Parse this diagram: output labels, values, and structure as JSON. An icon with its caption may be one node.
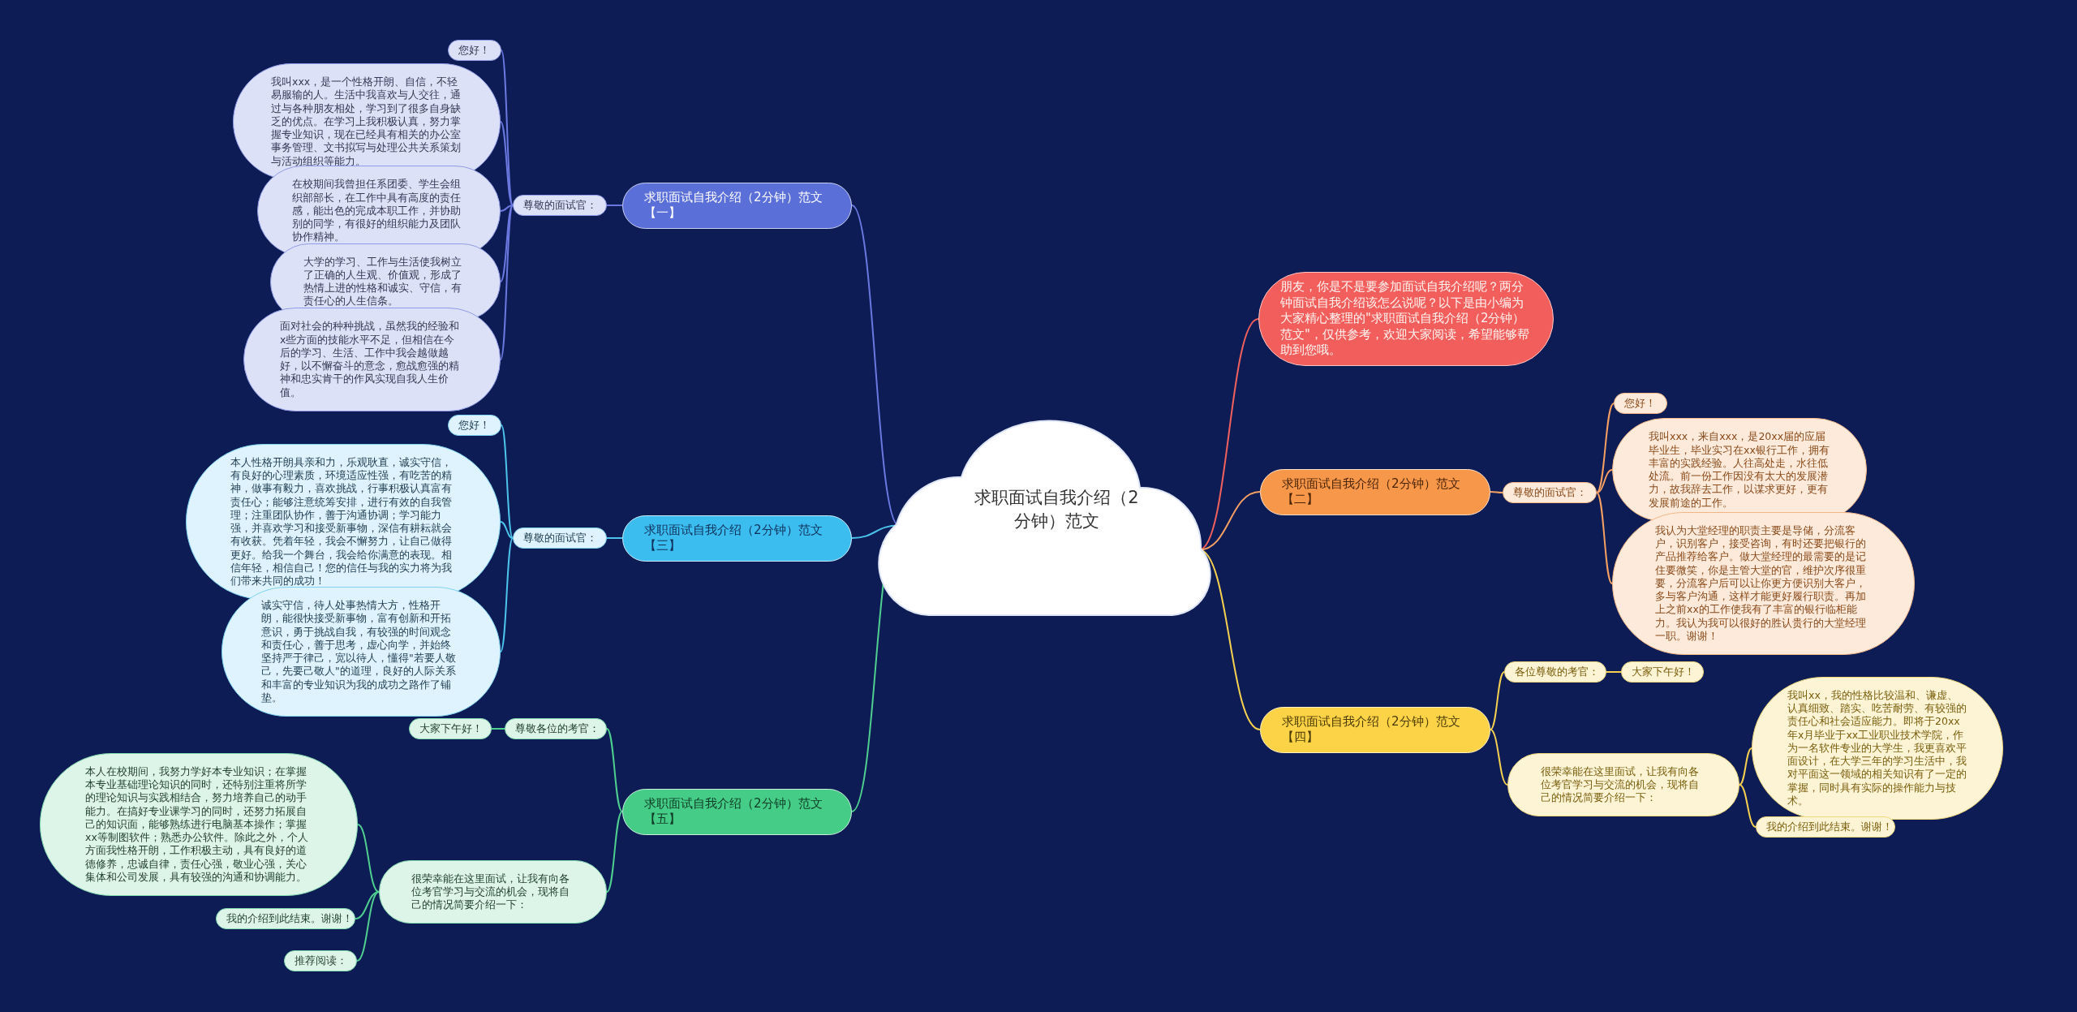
{
  "diagram": {
    "nodes": [
      {
        "text": [
          "求职面试自我介绍（2分钟）范文"
        ]
      },
      {
        "text": [
          "求职面试自我介绍（2分钟）范文【一】"
        ]
      },
      {
        "text": [
          "尊敬的面试官："
        ]
      },
      {
        "text": [
          "您好！"
        ]
      },
      {
        "text": [
          "我叫xxx，是一个性格开朗、自信，不轻易服输的人。生活中我喜欢与人交往，通过与各种朋友相处，学习到了很多自身缺乏的优点。在学习上我积极认真，努力掌握专业知识，现在已经具有相关的办公室事务管理、文书拟写与处理公共关系策划与活动组织等能力。"
        ]
      },
      {
        "text": [
          "在校期间我曾担任系团委、学生会组织部部长，在工作中具有高度的责任感，能出色的完成本职工作，并协助别的同学，有很好的组织能力及团队协作精神。"
        ]
      },
      {
        "text": [
          "大学的学习、工作与生活使我树立了正确的人生观、价值观，形成了热情上进的性格和诚实、守信，有责任心的人生信条。"
        ]
      },
      {
        "text": [
          "面对社会的种种挑战，虽然我的经验和x些方面的技能水平不足，但相信在今后的学习、生活、工作中我会越做越好，以不懈奋斗的意念，愈战愈强的精神和忠实肯干的作风实现自我人生价值。"
        ]
      },
      {
        "text": [
          "求职面试自我介绍（2分钟）范文【三】"
        ]
      },
      {
        "text": [
          "尊敬的面试官："
        ]
      },
      {
        "text": [
          "您好！"
        ]
      },
      {
        "text": [
          "本人性格开朗具亲和力，乐观耿直，诚实守信，有良好的心理素质，环境适应性强，有吃苦的精神，做事有毅力，喜欢挑战，行事积极认真富有责任心；能够注意统筹安排，进行有效的自我管理；注重团队协作，善于沟通协调；学习能力强，并喜欢学习和接受新事物，深信有耕耘就会有收获。凭着年轻，我会不懈努力，让自己做得更好。给我一个舞台，我会给你满意的表现。相信年轻，相信自己！您的信任与我的实力将为我们带来共同的成功！"
        ]
      },
      {
        "text": [
          "诚实守信，待人处事热情大方，性格开朗，能很快接受新事物，富有创新和开拓意识，勇于挑战自我，有较强的时间观念和责任心，善于思考，虚心向学，并始终坚持严于律己，宽以待人，懂得\"若要人敬己，先要己敬人\"的道理，良好的人际关系和丰富的专业知识为我的成功之路作了铺垫。"
        ]
      },
      {
        "text": [
          "求职面试自我介绍（2分钟）范文【五】"
        ]
      },
      {
        "text": [
          "尊敬各位的考官："
        ]
      },
      {
        "text": [
          "大家下午好！"
        ]
      },
      {
        "text": [
          "很荣幸能在这里面试，让我有向各位考官学习与交流的机会，现将自己的情况简要介绍一下："
        ]
      },
      {
        "text": [
          "本人在校期间，我努力学好本专业知识；在掌握本专业基础理论知识的同时，还特别注重将所学的理论知识与实践相结合，努力培养自己的动手能力。在搞好专业课学习的同时，还努力拓展自己的知识面，能够熟练进行电脑基本操作；掌握xx等制图软件；熟悉办公软件。除此之外，个人方面我性格开朗，工作积极主动，具有良好的道德修养，忠诚自律，责任心强，敬业心强，关心集体和公司发展，具有较强的沟通和协调能力。"
        ]
      },
      {
        "text": [
          "我的介绍到此结束。谢谢！"
        ]
      },
      {
        "text": [
          "推荐阅读："
        ]
      },
      {
        "text": [
          "朋友，你是不是要参加面试自我介绍呢？两分钟面试自我介绍该怎么说呢？以下是由小编为大家精心整理的\"求职面试自我介绍（2分钟）范文\"，仅供参考，欢迎大家阅读，希望能够帮助到您哦。"
        ]
      },
      {
        "text": [
          "求职面试自我介绍（2分钟）范文【二】"
        ]
      },
      {
        "text": [
          "尊敬的面试官："
        ]
      },
      {
        "text": [
          "您好！"
        ]
      },
      {
        "text": [
          "我叫xxx，来自xxx，是20xx届的应届毕业生，毕业实习在xx银行工作，拥有丰富的实践经验。人往高处走，水往低处流。前一份工作因没有太大的发展潜力，故我辞去工作，以谋求更好，更有发展前途的工作。"
        ]
      },
      {
        "text": [
          "我认为大堂经理的职责主要是导储，分流客户，识别客户，接受咨询，有时还要把银行的产品推荐给客户。做大堂经理的最需要的是记住要微笑，你是主管大堂的官，维护次序很重要，分流客户后可以让你更方便识别大客户，多与客户沟通，这样才能更好履行职责。再加上之前xx的工作使我有了丰富的银行临柜能力。我认为我可以很好的胜认贵行的大堂经理一职。谢谢！"
        ]
      },
      {
        "text": [
          "求职面试自我介绍（2分钟）范文【四】"
        ]
      },
      {
        "text": [
          "各位尊敬的考官："
        ]
      },
      {
        "text": [
          "大家下午好！"
        ]
      },
      {
        "text": [
          "很荣幸能在这里面试，让我有向各位考官学习与交流的机会，现将自己的情况简要介绍一下："
        ]
      },
      {
        "text": [
          "我叫xx，我的性格比较温和、谦虚、认真细致、踏实、吃苦耐劳、有较强的责任心和社会适应能力。即将于20xx年x月毕业于xx工业职业技术学院，作为一名软件专业的大学生，我更喜欢平面设计，在大学三年的学习生活中，我对平面这一领域的相关知识有了一定的掌握，同时具有实际的操作能力与技术。"
        ]
      },
      {
        "text": [
          "我的介绍到此结束。谢谢！"
        ]
      }
    ],
    "edges": [
      {
        "from": 0,
        "to": 1,
        "arrow": "none",
        "color": "#6a78e0"
      },
      {
        "from": 1,
        "to": 2,
        "arrow": "none",
        "color": "#6a78e0"
      },
      {
        "from": 2,
        "to": 3,
        "arrow": "none",
        "color": "#6a78e0"
      },
      {
        "from": 2,
        "to": 4,
        "arrow": "none",
        "color": "#6a78e0"
      },
      {
        "from": 2,
        "to": 5,
        "arrow": "none",
        "color": "#6a78e0"
      },
      {
        "from": 2,
        "to": 6,
        "arrow": "none",
        "color": "#6a78e0"
      },
      {
        "from": 2,
        "to": 7,
        "arrow": "none",
        "color": "#6a78e0"
      },
      {
        "from": 0,
        "to": 8,
        "arrow": "none",
        "color": "#4cc3ea"
      },
      {
        "from": 8,
        "to": 9,
        "arrow": "none",
        "color": "#4cc3ea"
      },
      {
        "from": 9,
        "to": 10,
        "arrow": "none",
        "color": "#4cc3ea"
      },
      {
        "from": 9,
        "to": 11,
        "arrow": "none",
        "color": "#4cc3ea"
      },
      {
        "from": 9,
        "to": 12,
        "arrow": "none",
        "color": "#4cc3ea"
      },
      {
        "from": 0,
        "to": 13,
        "arrow": "none",
        "color": "#4fcf8f"
      },
      {
        "from": 13,
        "to": 14,
        "arrow": "none",
        "color": "#4fcf8f"
      },
      {
        "from": 14,
        "to": 15,
        "arrow": "none",
        "color": "#4fcf8f"
      },
      {
        "from": 13,
        "to": 16,
        "arrow": "none",
        "color": "#4fcf8f"
      },
      {
        "from": 16,
        "to": 17,
        "arrow": "none",
        "color": "#4fcf8f"
      },
      {
        "from": 16,
        "to": 18,
        "arrow": "none",
        "color": "#4fcf8f"
      },
      {
        "from": 16,
        "to": 19,
        "arrow": "none",
        "color": "#4fcf8f"
      },
      {
        "from": 0,
        "to": 20,
        "arrow": "none",
        "color": "#f0605c"
      },
      {
        "from": 0,
        "to": 21,
        "arrow": "none",
        "color": "#f5a062"
      },
      {
        "from": 21,
        "to": 22,
        "arrow": "none",
        "color": "#f5a062"
      },
      {
        "from": 22,
        "to": 23,
        "arrow": "none",
        "color": "#f5a062"
      },
      {
        "from": 22,
        "to": 24,
        "arrow": "none",
        "color": "#f5a062"
      },
      {
        "from": 22,
        "to": 25,
        "arrow": "none",
        "color": "#f5a062"
      },
      {
        "from": 0,
        "to": 26,
        "arrow": "none",
        "color": "#f5d050"
      },
      {
        "from": 26,
        "to": 27,
        "arrow": "none",
        "color": "#f5d050"
      },
      {
        "from": 27,
        "to": 28,
        "arrow": "none",
        "color": "#f5d050"
      },
      {
        "from": 26,
        "to": 29,
        "arrow": "none",
        "color": "#f5d050"
      },
      {
        "from": 29,
        "to": 30,
        "arrow": "none",
        "color": "#f5d050"
      },
      {
        "from": 29,
        "to": 31,
        "arrow": "none",
        "color": "#f5d050"
      }
    ]
  }
}
